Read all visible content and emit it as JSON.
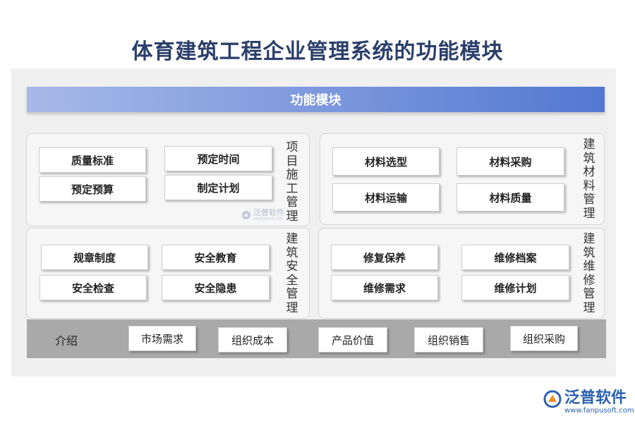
{
  "title": "体育建筑工程企业管理系统的功能模块",
  "header": {
    "label": "功能模块"
  },
  "modules": [
    {
      "name": "项目施工管理",
      "items": [
        "质量标准",
        "预定时间",
        "预定预算",
        "制定计划"
      ]
    },
    {
      "name": "建筑材料管理",
      "items": [
        "材料选型",
        "材料采购",
        "材料运输",
        "材料质量"
      ]
    },
    {
      "name": "建筑安全管理",
      "items": [
        "规章制度",
        "安全教育",
        "安全检查",
        "安全隐患"
      ]
    },
    {
      "name": "建筑维修管理",
      "items": [
        "修复保养",
        "维修档案",
        "维修需求",
        "维修计划"
      ]
    }
  ],
  "intro": {
    "label": "介绍",
    "items": [
      "市场需求",
      "组织成本",
      "产品价值",
      "组织销售",
      "组织采购"
    ]
  },
  "watermark": {
    "name": "泛普软件",
    "sub": "FANPUSOFT.COM"
  },
  "logo": {
    "name": "泛普软件",
    "url": "www.fanpusoft.com"
  },
  "colors": {
    "header_start": "#a7b9e8",
    "header_end": "#5378d2",
    "title": "#2b3f6b",
    "brand": "#2c5fb3"
  },
  "icons": {
    "logo": "fanpu-logo-icon"
  }
}
